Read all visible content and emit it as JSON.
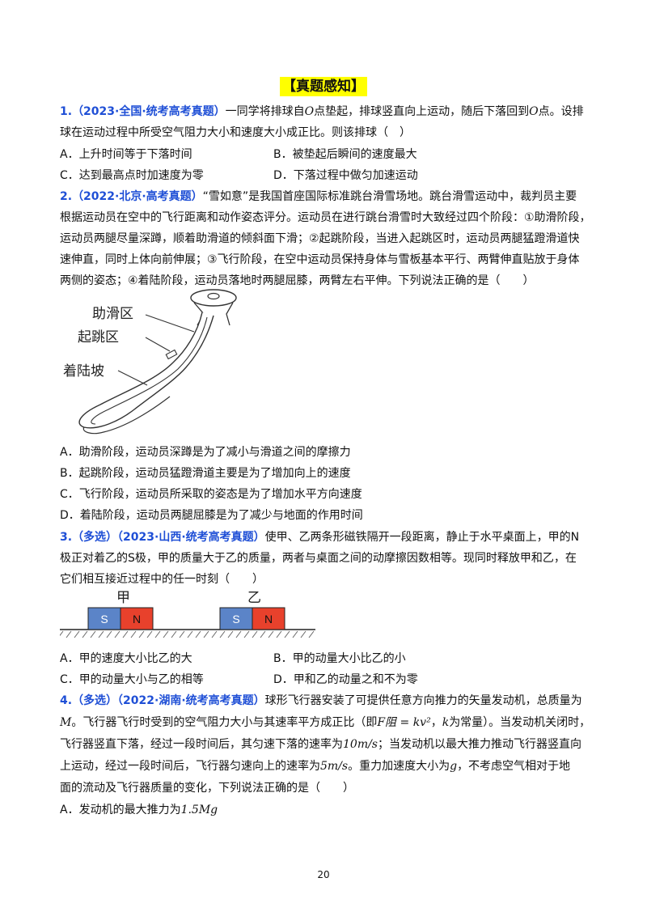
{
  "section_title": "【真题感知】",
  "q1": {
    "num": "1.",
    "source": "（2023·全国·统考高考真题）",
    "line1_a": "一同学将排球自",
    "line1_var": "O",
    "line1_b": "点垫起，排球竖直向上运动，随后下落回到",
    "line1_var2": "O",
    "line1_c": "点。设排",
    "line2": "球在运动过程中所受空气阻力大小和速度大小成正比。则该排球（　）",
    "options": {
      "A": "A．上升时间等于下落时间",
      "B": "B．被垫起后瞬间的速度最大",
      "C": "C．达到最高点时加速度为零",
      "D": "D．下落过程中做匀加速运动"
    }
  },
  "q2": {
    "num": "2.",
    "source": "（2022·北京·高考真题）",
    "line1": "“雪如意”是我国首座国际标准跳台滑雪场地。跳台滑雪运动中，裁判员主要",
    "line2": "根据运动员在空中的飞行距离和动作姿态评分。运动员在进行跳台滑雪时大致经过四个阶段：①助滑阶段，",
    "line3": "运动员两腿尽量深蹲，顺着助滑道的倾斜面下滑；②起跳阶段，当进入起跳区时，运动员两腿猛蹬滑道快",
    "line4": "速伸直，同时上体向前伸展；③飞行阶段，在空中运动员保持身体与雪板基本平行、两臂伸直贴放于身体",
    "line5": "两侧的姿态；④着陆阶段，运动员落地时两腿屈膝，两臂左右平伸。下列说法正确的是（　　）",
    "figure_labels": {
      "zone1": "助滑区",
      "zone2": "起跳区",
      "zone3": "着陆坡"
    },
    "options": {
      "A": "A．助滑阶段，运动员深蹲是为了减小与滑道之间的摩擦力",
      "B": "B．起跳阶段，运动员猛蹬滑道主要是为了增加向上的速度",
      "C": "C．飞行阶段，运动员所采取的姿态是为了增加水平方向速度",
      "D": "D．着陆阶段，运动员两腿屈膝是为了减少与地面的作用时间"
    }
  },
  "q3": {
    "num": "3.",
    "source": "（多选）（2023·山西·统考高考真题）",
    "line1": "使甲、乙两条形磁铁隔开一段距离，静止于水平桌面上，甲的N",
    "line2": "极正对着乙的S极，甲的质量大于乙的质量，两者与桌面之间的动摩擦因数相等。现同时释放甲和乙，在",
    "line3": "它们相互接近过程中的任一时刻（　　）",
    "figure_labels": {
      "magnet1": "甲",
      "magnet2": "乙",
      "pole_s": "S",
      "pole_n": "N"
    },
    "colors": {
      "s_pole": "#5b84c8",
      "n_pole": "#e8412c"
    },
    "options": {
      "A": "A．甲的速度大小比乙的大",
      "B": "B．甲的动量大小比乙的小",
      "C": "C．甲的动量大小与乙的相等",
      "D": "D．甲和乙的动量之和不为零"
    }
  },
  "q4": {
    "num": "4.",
    "source": "（多选）（2022·湖南·统考高考真题）",
    "line1": "球形飞行器安装了可提供任意方向推力的矢量发动机，总质量为",
    "line2_var": "M",
    "line2_a": "。飞行器飞行时受到的空气阻力大小与其速率平方成正比（即",
    "line2_formula": "F阻 = kv²",
    "line2_b": "，",
    "line2_var2": "k",
    "line2_c": "为常量）。当发动机关闭时，",
    "line3_a": "飞行器竖直下落，经过一段时间后，其匀速下落的速率为",
    "line3_val": "10m/s",
    "line3_b": "；当发动机以最大推力推动飞行器竖直向",
    "line4_a": "上运动，经过一段时间后，飞行器匀速向上的速率为",
    "line4_val": "5m/s",
    "line4_b": "。重力加速度大小为",
    "line4_var": "g",
    "line4_c": "，不考虑空气相对于地",
    "line5": "面的流动及飞行器质量的变化，下列说法正确的是（　　）",
    "optionA_a": "A．发动机的最大推力为",
    "optionA_val": "1.5Mg"
  },
  "page_number": "20"
}
